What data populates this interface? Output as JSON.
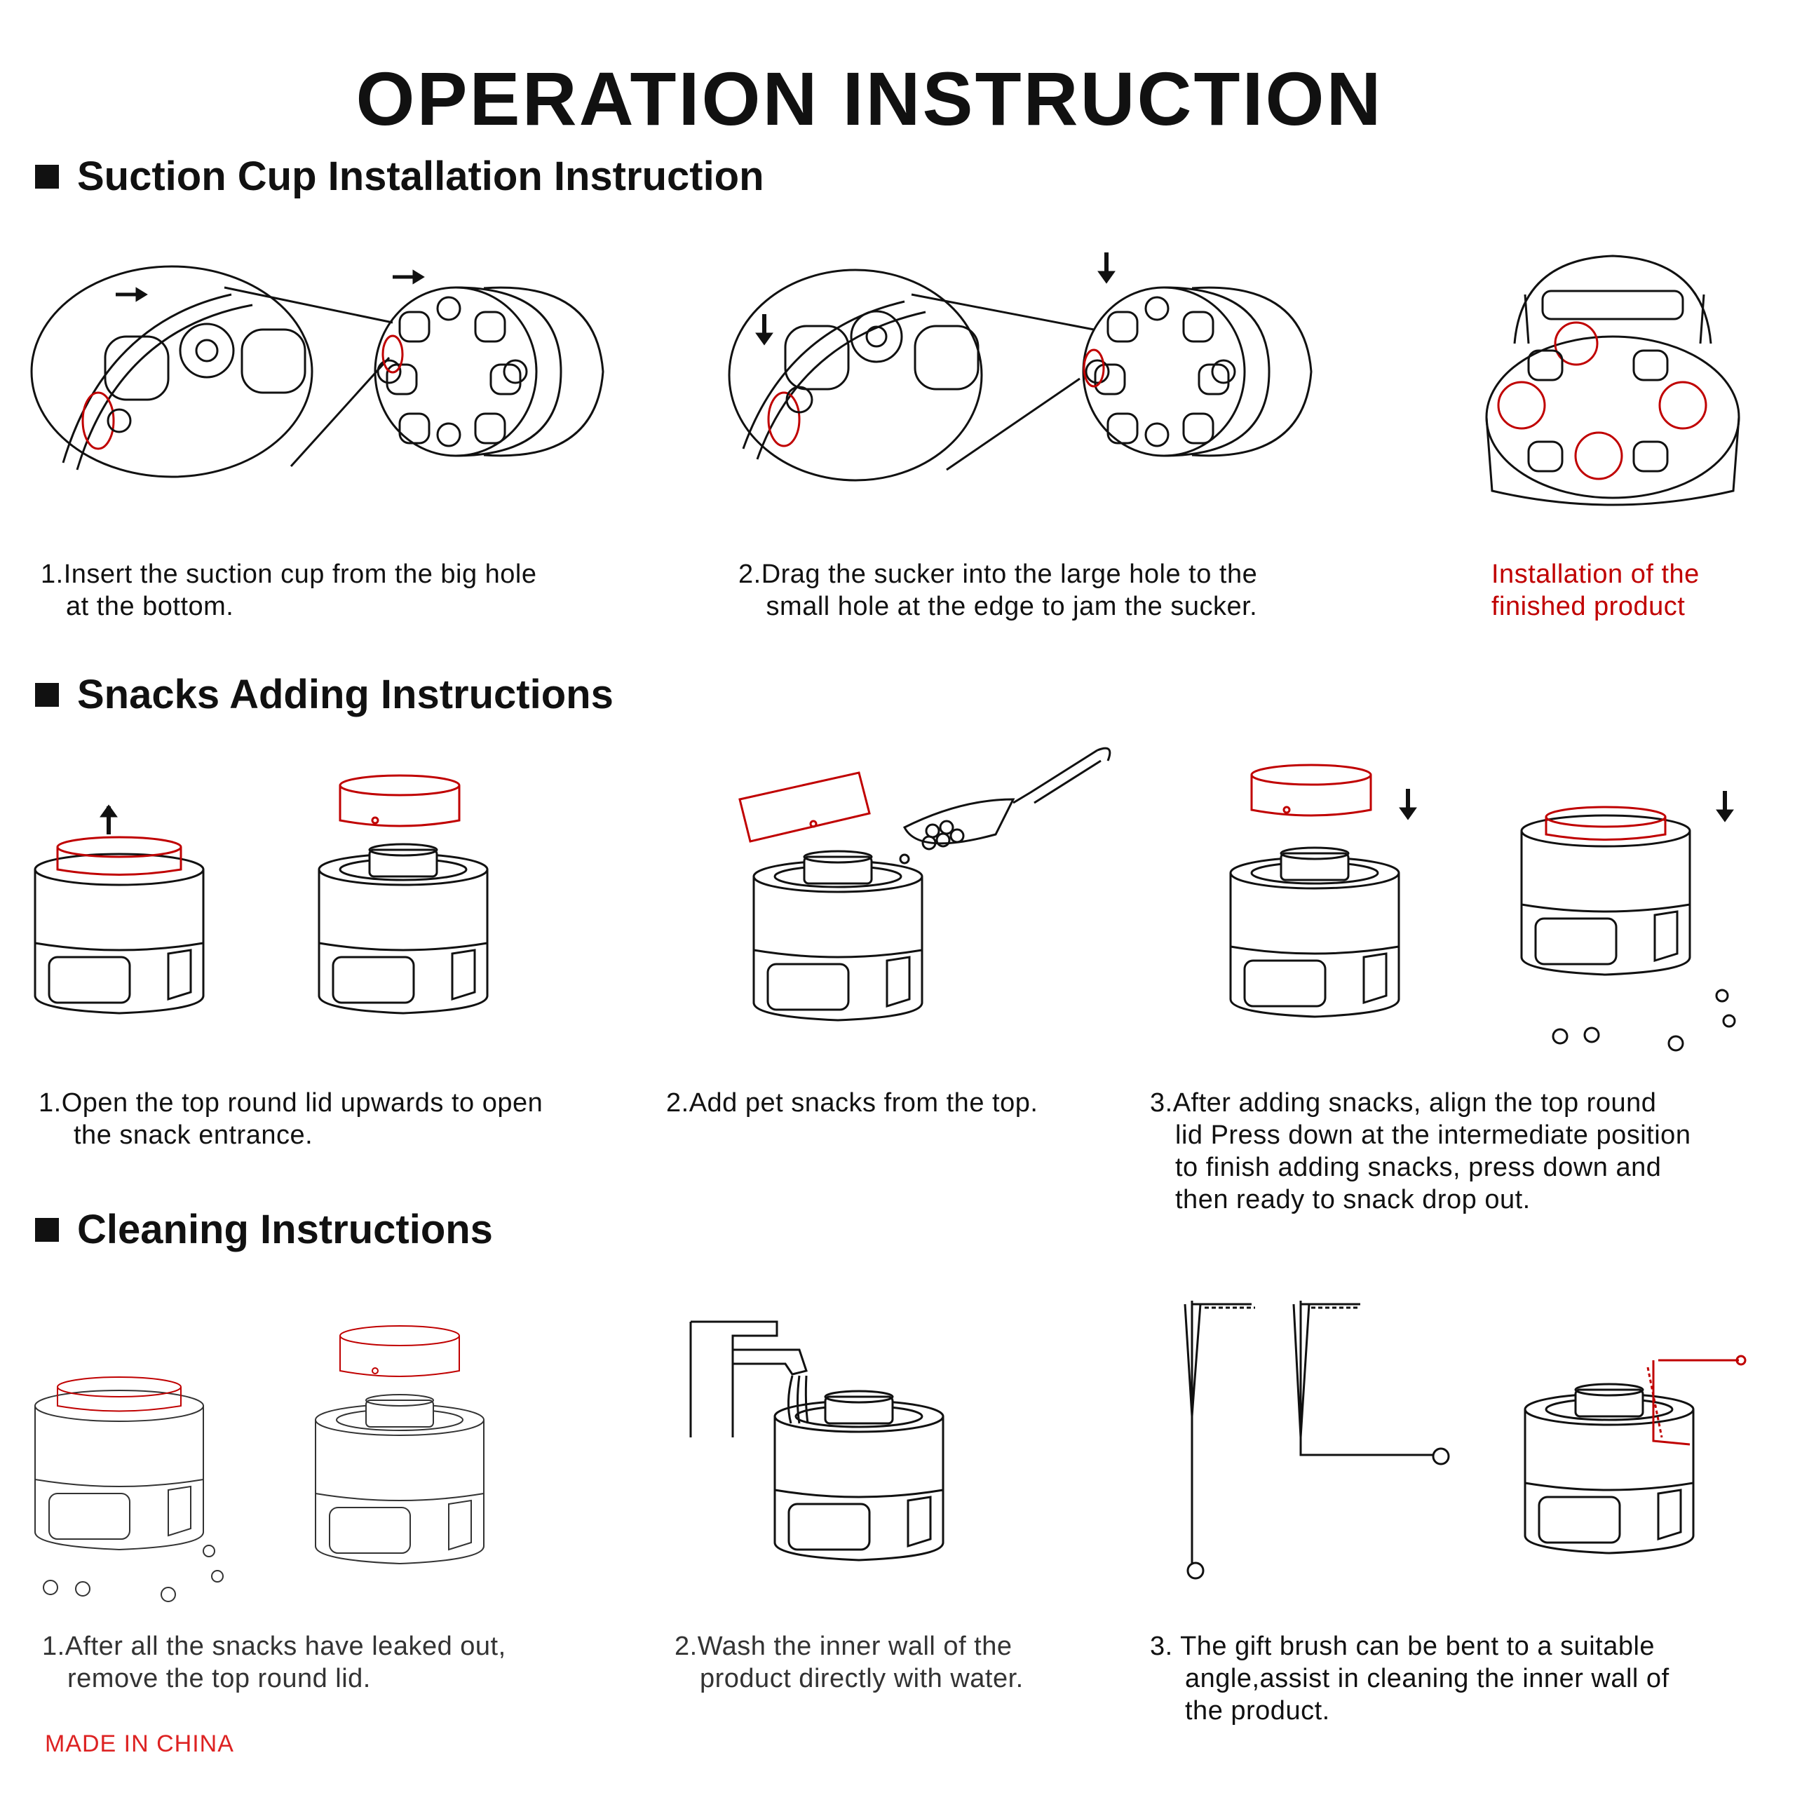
{
  "title": "OPERATION INSTRUCTION",
  "sections": {
    "suction": {
      "heading": "Suction Cup Installation Instruction",
      "steps": [
        {
          "line1": "1.Insert the suction cup from the big hole",
          "line2": "at the bottom."
        },
        {
          "line1": "2.Drag the sucker into the large hole to the",
          "line2": "small hole at the edge to jam the sucker."
        },
        {
          "line1": "Installation of the",
          "line2": "finished product"
        }
      ]
    },
    "snacks": {
      "heading": "Snacks Adding Instructions",
      "steps": [
        {
          "line1": "1.Open the top round lid upwards to open",
          "line2": "the snack entrance."
        },
        {
          "line1": "2.Add pet snacks from the top."
        },
        {
          "line1": "3.After adding snacks, align the top round",
          "line2": "lid Press down at the intermediate position",
          "line3": "to finish adding snacks, press down and",
          "line4": "then ready to snack drop out."
        }
      ]
    },
    "cleaning": {
      "heading": "Cleaning Instructions",
      "steps": [
        {
          "line1": "1.After all the snacks have leaked out,",
          "line2": "remove the top round lid."
        },
        {
          "line1": "2.Wash the inner wall of the",
          "line2": "product directly with water."
        },
        {
          "line1": "3. The gift brush can be bent to a suitable",
          "line2": "angle,assist in cleaning the inner wall of",
          "line3": "the product."
        }
      ]
    }
  },
  "footer": "MADE IN CHINA",
  "colors": {
    "accent_red": "#c00000",
    "line": "#111111"
  }
}
